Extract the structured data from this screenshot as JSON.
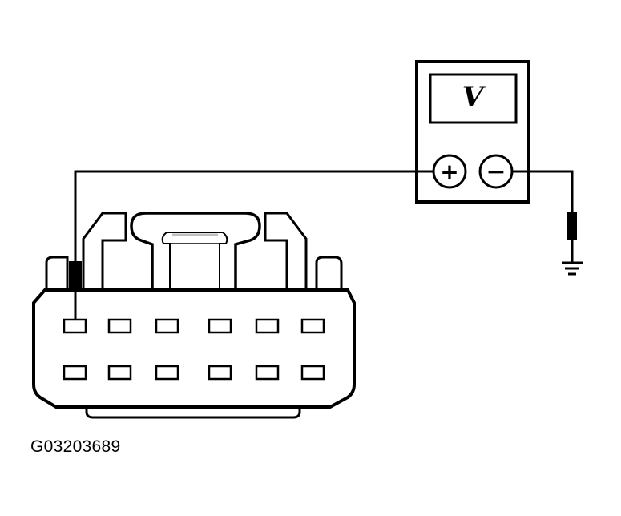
{
  "voltmeter": {
    "display_unit": "V",
    "positive_terminal": "+",
    "negative_terminal": "−"
  },
  "connector": {
    "pin_rows": 2,
    "pins_per_row": 6
  },
  "figure_id": "G03203689",
  "colors": {
    "line": "#000000",
    "gray_fill": "#bfbfbf",
    "background": "#ffffff"
  }
}
